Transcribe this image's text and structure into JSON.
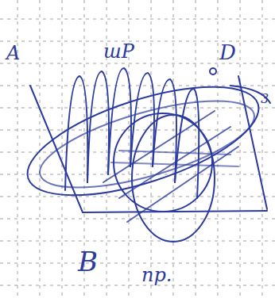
{
  "diagram": {
    "labels": [
      "A",
      "шР",
      "D",
      "3",
      "B",
      "пр."
    ]
  }
}
